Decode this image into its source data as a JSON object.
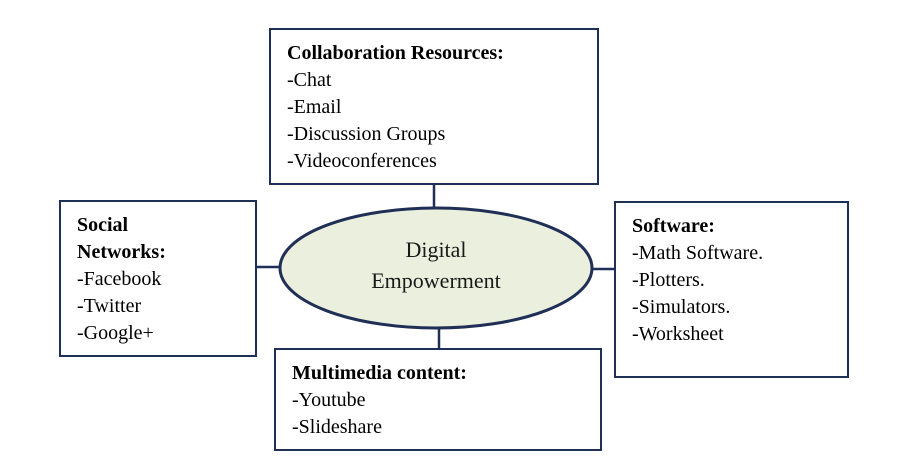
{
  "colors": {
    "border": "#1f2f55",
    "ellipse_fill": "#ebf0de",
    "box_fill": "#ffffff"
  },
  "center": {
    "line1": "Digital",
    "line2": "Empowerment"
  },
  "collaboration": {
    "title": "Collaboration Resources:",
    "items": [
      "-Chat",
      "-Email",
      "-Discussion Groups",
      "-Videoconferences"
    ]
  },
  "social": {
    "title_line1": "Social",
    "title_line2": "Networks:",
    "items": [
      "-Facebook",
      "-Twitter",
      "-Google+"
    ]
  },
  "software": {
    "title": "Software:",
    "items": [
      "-Math Software.",
      "-Plotters.",
      "-Simulators.",
      "-Worksheet"
    ]
  },
  "multimedia": {
    "title": "Multimedia content:",
    "items": [
      "-Youtube",
      "-Slideshare"
    ]
  }
}
